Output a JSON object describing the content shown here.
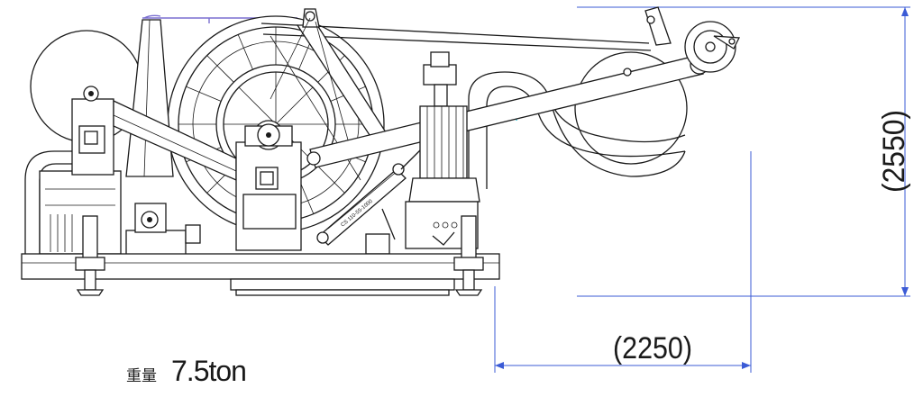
{
  "dimensions": {
    "width_label": "(2250)",
    "height_label": "(2550)"
  },
  "weight": {
    "label": "重量",
    "value": "7.5ton"
  },
  "cylinder_marking": "CS 110-55-1000",
  "colors": {
    "line": "#1a1a1a",
    "dimension": "#3b5bd6",
    "hose": "#7a6fd0",
    "marker": "#38c5d8"
  }
}
